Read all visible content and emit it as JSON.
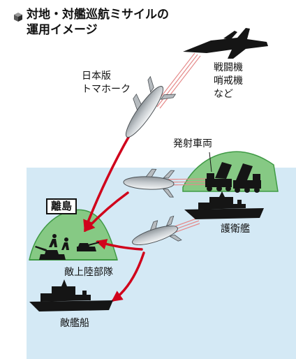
{
  "title": {
    "line1": "対地・対艦巡航ミサイルの",
    "line2": "運用イメージ"
  },
  "labels": {
    "tomahawk": [
      "日本版",
      "トマホーク"
    ],
    "fighters": [
      "戦闘機",
      "哨戒機",
      "など"
    ],
    "launcher": "発射車両",
    "island": "離島",
    "escort": "護衛艦",
    "landing": "敵上陸部隊",
    "enemy_ship": "敵艦船"
  },
  "colors": {
    "sea": "#d4e9f5",
    "land": "#86c984",
    "land_edge": "#3f9a45",
    "arrow": "#d0021b",
    "arrow_tail": "#e58a8a",
    "missile": "#cfd3d6",
    "silhouette": "#151515"
  }
}
